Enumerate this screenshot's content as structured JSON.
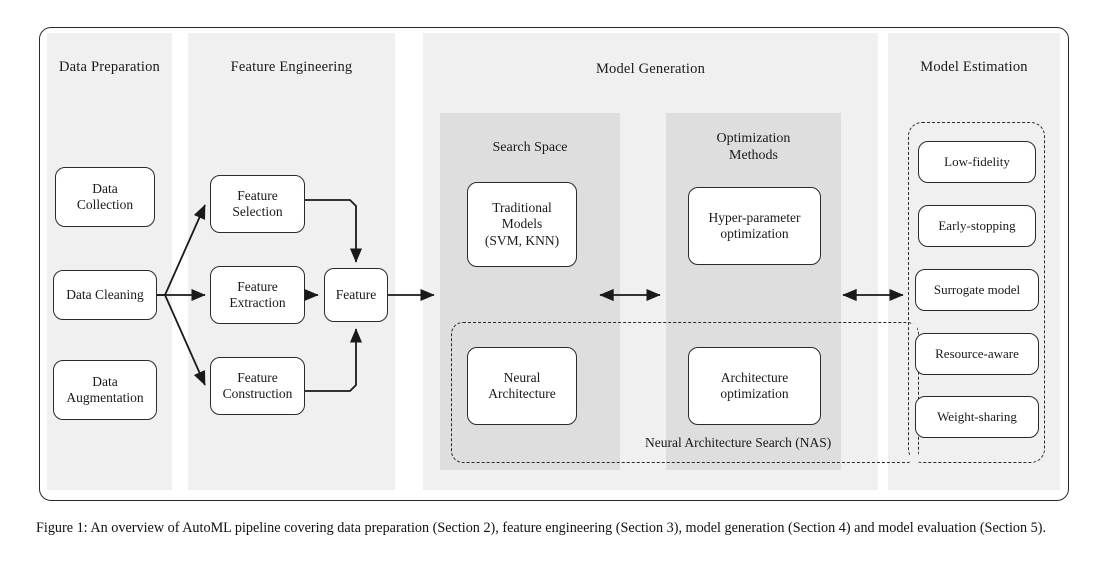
{
  "figure": {
    "caption": "Figure 1: An overview of AutoML pipeline covering data preparation (Section 2), feature engineering (Section 3), model generation (Section 4) and model evaluation (Section 5)."
  },
  "colors": {
    "page_background": "#ffffff",
    "stage_panel": "#f0f0f0",
    "sub_panel": "#dedede",
    "node_fill": "#ffffff",
    "stroke": "#2b2b2b",
    "text": "#1a1a1a"
  },
  "stages": [
    {
      "id": "data-preparation",
      "title": "Data Preparation",
      "nodes": [
        {
          "id": "data-collection",
          "label": "Data\nCollection"
        },
        {
          "id": "data-cleaning",
          "label": "Data Cleaning"
        },
        {
          "id": "data-augmentation",
          "label": "Data\nAugmentation"
        }
      ]
    },
    {
      "id": "feature-engineering",
      "title": "Feature Engineering",
      "nodes": [
        {
          "id": "feature-selection",
          "label": "Feature\nSelection"
        },
        {
          "id": "feature-extraction",
          "label": "Feature\nExtraction"
        },
        {
          "id": "feature-construction",
          "label": "Feature\nConstruction"
        },
        {
          "id": "feature",
          "label": "Feature"
        }
      ]
    },
    {
      "id": "model-generation",
      "title": "Model Generation",
      "sub_panels": [
        {
          "id": "search-space",
          "title": "Search Space",
          "nodes": [
            {
              "id": "traditional-models",
              "label": "Traditional\nModels\n(SVM, KNN)"
            },
            {
              "id": "neural-architecture",
              "label": "Neural\nArchitecture"
            }
          ]
        },
        {
          "id": "optimization-methods",
          "title": "Optimization\nMethods",
          "nodes": [
            {
              "id": "hyper-parameter-optimization",
              "label": "Hyper-parameter\noptimization"
            },
            {
              "id": "architecture-optimization",
              "label": "Architecture\noptimization"
            }
          ]
        }
      ],
      "nas_group_label": "Neural Architecture Search (NAS)"
    },
    {
      "id": "model-estimation",
      "title": "Model Estimation",
      "nodes": [
        {
          "id": "low-fidelity",
          "label": "Low-fidelity"
        },
        {
          "id": "early-stopping",
          "label": "Early-stopping"
        },
        {
          "id": "surrogate-model",
          "label": "Surrogate model"
        },
        {
          "id": "resource-aware",
          "label": "Resource-aware"
        },
        {
          "id": "weight-sharing",
          "label": "Weight-sharing"
        }
      ]
    }
  ],
  "connections": [
    {
      "id": "cleaning-to-selection",
      "from": "data-cleaning",
      "to": "feature-selection",
      "style": "single-arrow"
    },
    {
      "id": "cleaning-to-extraction",
      "from": "data-cleaning",
      "to": "feature-extraction",
      "style": "single-arrow"
    },
    {
      "id": "cleaning-to-construction",
      "from": "data-cleaning",
      "to": "feature-construction",
      "style": "single-arrow"
    },
    {
      "id": "selection-to-feature",
      "from": "feature-selection",
      "to": "feature",
      "style": "single-arrow"
    },
    {
      "id": "extraction-to-feature",
      "from": "feature-extraction",
      "to": "feature",
      "style": "single-arrow"
    },
    {
      "id": "construction-to-feature",
      "from": "feature-construction",
      "to": "feature",
      "style": "single-arrow"
    },
    {
      "id": "feature-to-model-generation",
      "from": "feature",
      "to": "model-generation",
      "style": "single-arrow"
    },
    {
      "id": "search-space-to-optimization",
      "from": "search-space",
      "to": "optimization-methods",
      "style": "double-arrow"
    },
    {
      "id": "model-generation-to-estimation",
      "from": "model-generation",
      "to": "model-estimation",
      "style": "double-arrow"
    }
  ]
}
